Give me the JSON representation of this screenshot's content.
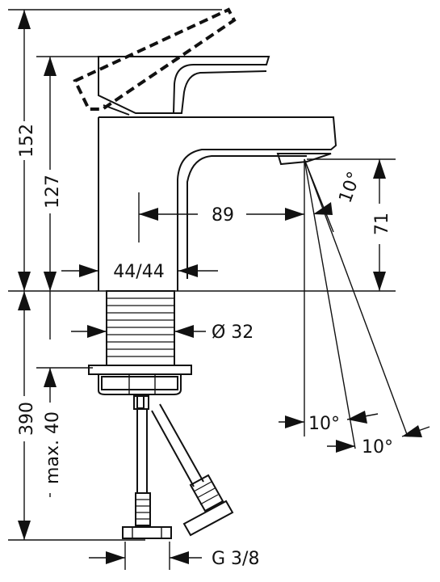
{
  "drawing": {
    "type": "technical-dimension-drawing",
    "subject": "single lever basin faucet",
    "dimensions": {
      "overall_height_above_deck": "152",
      "lever_pivot_height": "127",
      "spout_reach": "89",
      "spout_height": "71",
      "body_section": "44/44",
      "shank_diameter": "Ø 32",
      "below_deck_length": "390",
      "max_deck_thickness": "max. 40",
      "connection_thread": "G 3/8",
      "spray_angle_top": "10°",
      "spray_angle_bottom_left": "10°",
      "spray_angle_bottom_right": "10°"
    }
  }
}
